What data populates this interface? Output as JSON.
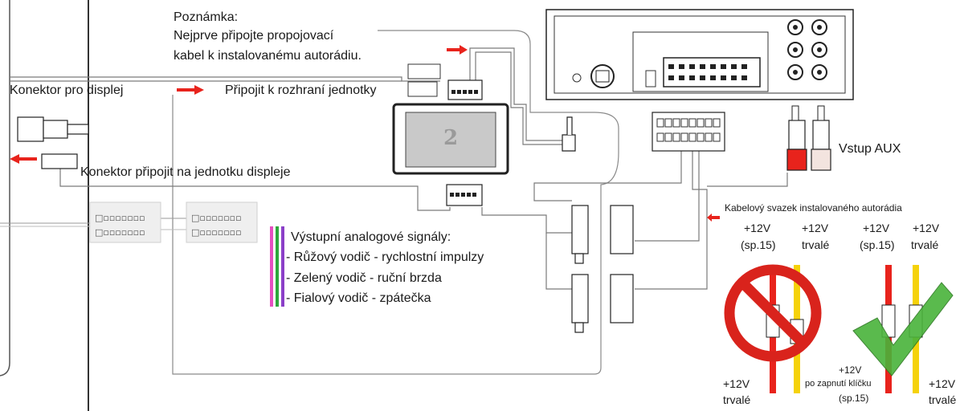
{
  "note": {
    "title": "Poznámka:",
    "line1": "Nejprve připojte propojovací",
    "line2": "kabel k instalovanému autorádiu."
  },
  "labels": {
    "display_connector": "Konektor pro displej",
    "connect_to_unit": "Připojit k rozhraní jednotky",
    "connect_to_display": "Konektor připojit na jednotku displeje",
    "aux_input": "Vstup AUX",
    "harness": "Kabelový svazek instalovaného autorádia"
  },
  "analog": {
    "title": "Výstupní analogové signály:",
    "pink": "- Růžový vodič - rychlostní impulzy",
    "green": "- Zelený vodič - ruční brzda",
    "violet": "- Fialový vodič - zpátečka"
  },
  "power": {
    "plus12_a": "+12V",
    "sp15_a": "(sp.15)",
    "plus12_b": "+12V",
    "trvale_b": "trvalé",
    "plus12_c": "+12V",
    "sp15_c": "(sp.15)",
    "plus12_d": "+12V",
    "trvale_d": "trvalé",
    "bottom_left_v": "+12V",
    "bottom_left_t": "trvalé",
    "bottom_mid_v": "+12V",
    "bottom_mid_t": "po zapnutí klíčku",
    "bottom_mid_s": "(sp.15)",
    "bottom_right_v": "+12V",
    "bottom_right_t": "trvalé"
  },
  "colors": {
    "red_arrow": "#e8231c",
    "wire_red": "#e8231c",
    "wire_yellow": "#f5d20a",
    "wire_pink": "#e64fc0",
    "wire_green": "#2ea83a",
    "wire_violet": "#8b3fc8",
    "prohibit": "#d9231c",
    "check": "#49b33a",
    "line": "#6b6b6b"
  },
  "icons": {
    "prohibited": "no-entry-sign",
    "ok": "check-mark"
  }
}
